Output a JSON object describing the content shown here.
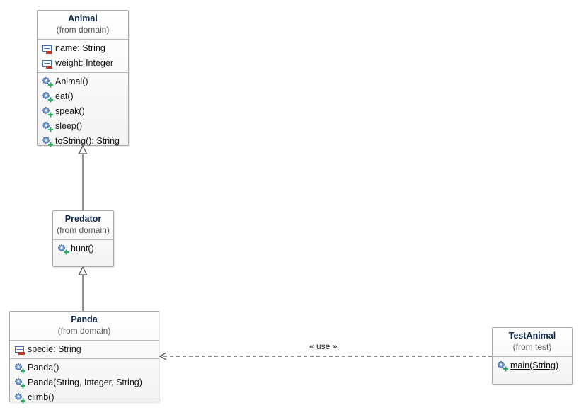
{
  "classes": {
    "animal": {
      "name": "Animal",
      "origin": "(from domain)",
      "attributes": [
        "name: String",
        "weight: Integer"
      ],
      "operations": [
        "Animal()",
        "eat()",
        "speak()",
        "sleep()",
        "toString(): String"
      ]
    },
    "predator": {
      "name": "Predator",
      "origin": "(from domain)",
      "operations": [
        "hunt()"
      ]
    },
    "panda": {
      "name": "Panda",
      "origin": "(from domain)",
      "attributes": [
        "specie: String"
      ],
      "operations": [
        "Panda()",
        "Panda(String, Integer, String)",
        "climb()"
      ]
    },
    "testanimal": {
      "name": "TestAnimal",
      "origin": "(from test)",
      "operations": [
        "main(String)"
      ]
    }
  },
  "relations": {
    "use_label": "« use »"
  },
  "colors": {
    "class_name": "#112a4f",
    "border": "#a8a8a8",
    "private_marker": "#c0392b",
    "public_marker": "#27ae60",
    "gear": "#3b6fb6"
  },
  "icons": {
    "attribute": "private-field-icon",
    "operation": "public-method-icon"
  }
}
